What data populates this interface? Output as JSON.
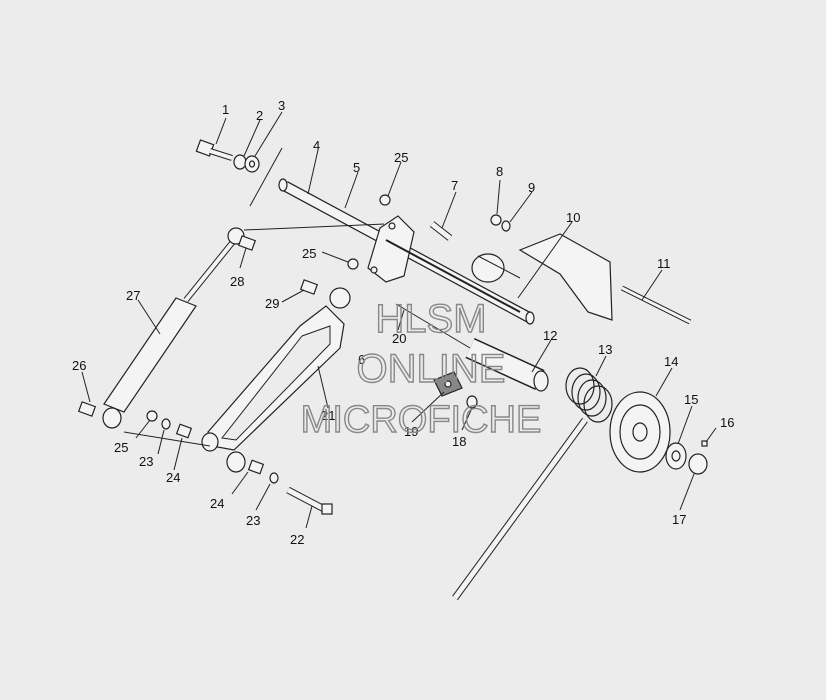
{
  "watermark": {
    "line1": "HLSM",
    "line2": "ONLINE",
    "line3": "MICROFICHE"
  },
  "callouts": {
    "c1": "1",
    "c2": "2",
    "c3": "3",
    "c4": "4",
    "c5": "5",
    "c6": "6",
    "c7": "7",
    "c8": "8",
    "c9": "9",
    "c10": "10",
    "c11": "11",
    "c12": "12",
    "c13": "13",
    "c14": "14",
    "c15": "15",
    "c16": "16",
    "c17": "17",
    "c18": "18",
    "c19": "19",
    "c20": "20",
    "c21": "21",
    "c22": "22",
    "c23a": "23",
    "c23b": "23",
    "c24a": "24",
    "c24b": "24",
    "c25a": "25",
    "c25b": "25",
    "c25c": "25",
    "c26": "26",
    "c27": "27",
    "c28": "28",
    "c29": "29"
  }
}
